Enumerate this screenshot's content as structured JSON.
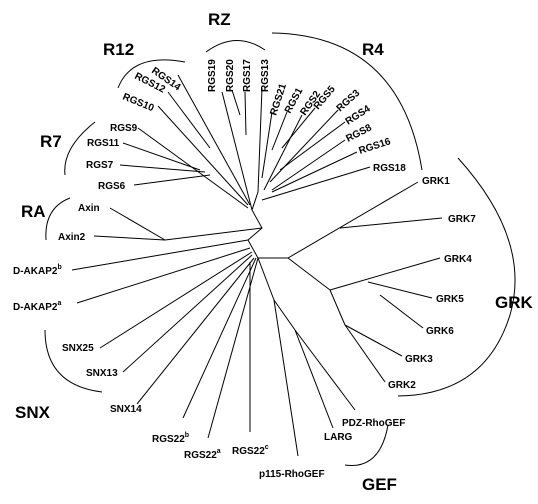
{
  "groups": {
    "rz": "RZ",
    "r12": "R12",
    "r4": "R4",
    "r7": "R7",
    "ra": "RA",
    "grk": "GRK",
    "snx": "SNX",
    "gef": "GEF"
  },
  "leaves": {
    "rgs19": "RGS19",
    "rgs20": "RGS20",
    "rgs17": "RGS17",
    "rgs13": "RGS13",
    "rgs21": "RGS21",
    "rgs1": "RGS1",
    "rgs2": "RGS2",
    "rgs5": "RGS5",
    "rgs3": "RGS3",
    "rgs4": "RGS4",
    "rgs8": "RGS8",
    "rgs16": "RGS16",
    "rgs18": "RGS18",
    "rgs14": "RGS14",
    "rgs12": "RGS12",
    "rgs10": "RGS10",
    "rgs9": "RGS9",
    "rgs11": "RGS11",
    "rgs7": "RGS7",
    "rgs6": "RGS6",
    "axin": "Axin",
    "axin2": "Axin2",
    "dakap2b": "D-AKAP2",
    "dakap2b_sup": "b",
    "dakap2a": "D-AKAP2",
    "dakap2a_sup": "a",
    "snx25": "SNX25",
    "snx13": "SNX13",
    "snx14": "SNX14",
    "rgs22b": "RGS22",
    "rgs22b_sup": "b",
    "rgs22a": "RGS22",
    "rgs22a_sup": "a",
    "rgs22c": "RGS22",
    "rgs22c_sup": "c",
    "p115": "p115-RhoGEF",
    "larg": "LARG",
    "pdz": "PDZ-RhoGEF",
    "grk1": "GRK1",
    "grk7": "GRK7",
    "grk4": "GRK4",
    "grk5": "GRK5",
    "grk6": "GRK6",
    "grk3": "GRK3",
    "grk2": "GRK2"
  }
}
